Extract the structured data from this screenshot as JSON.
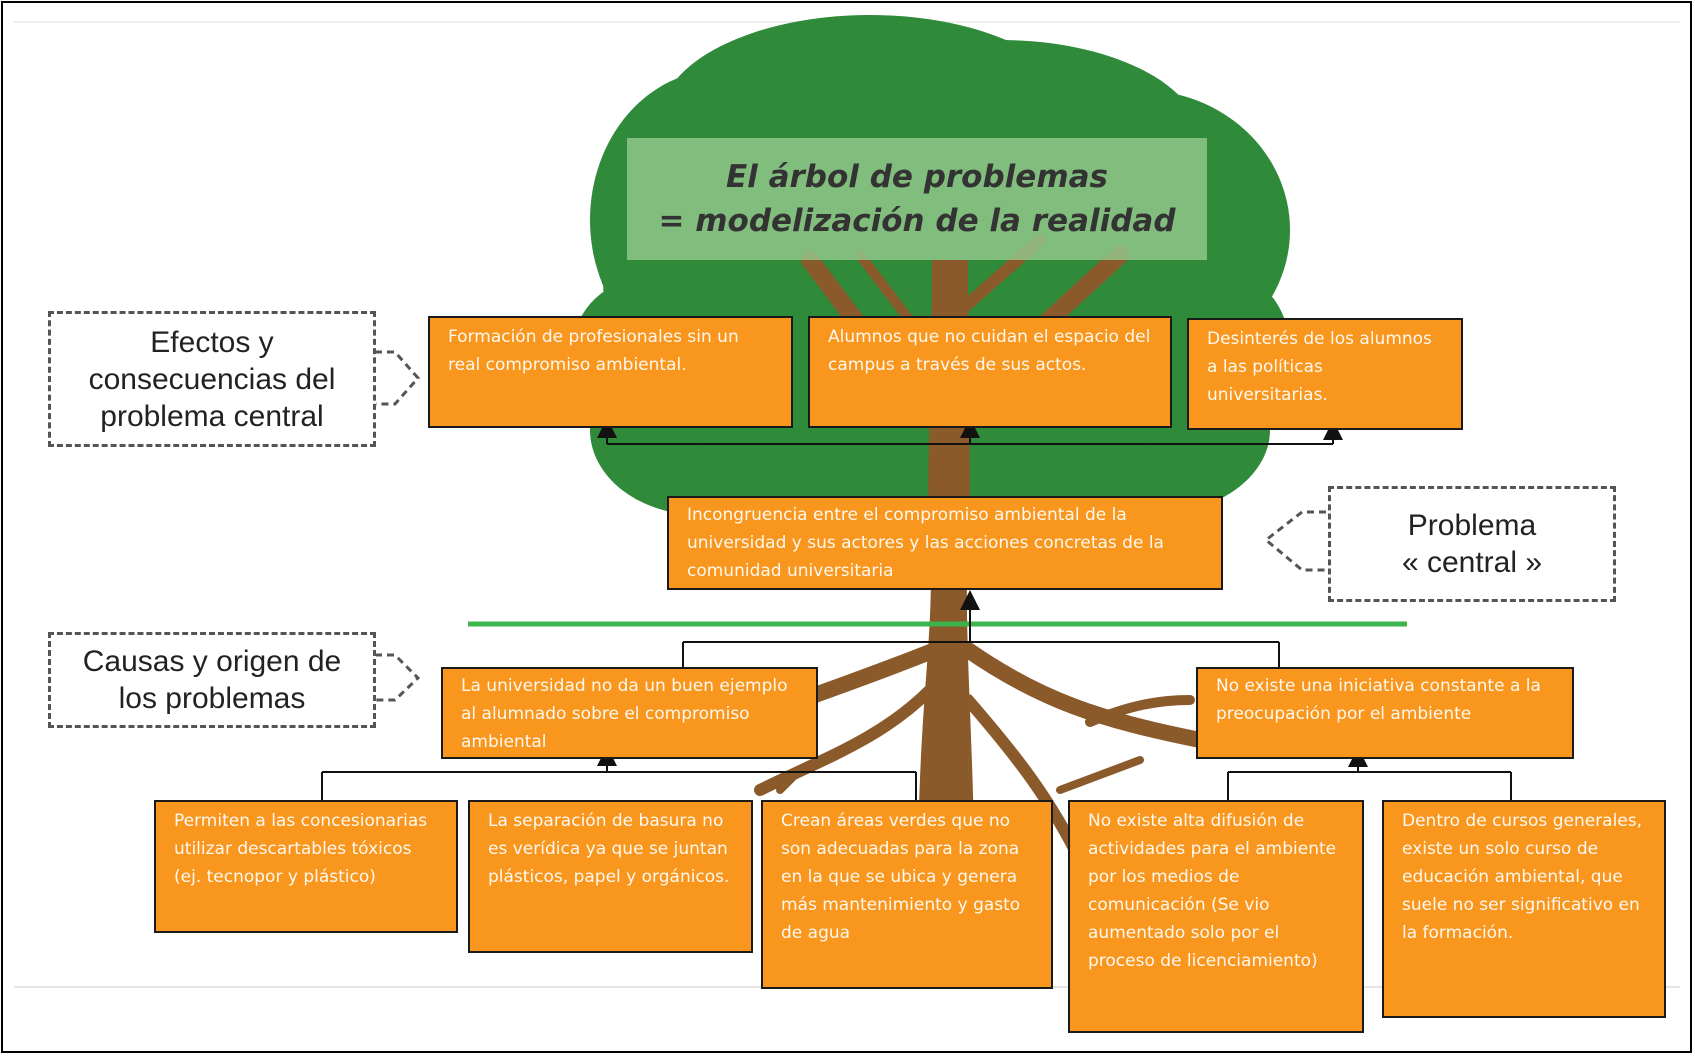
{
  "title": {
    "line1": "El árbol de problemas",
    "line2": "= modelización de la realidad"
  },
  "side_labels": {
    "effects": "Efectos y\nconsecuencias del\nproblema central",
    "central": "Problema\n« central »",
    "causes": "Causas y origen de\nlos problemas"
  },
  "effects": [
    "Formación de profesionales sin un real compromiso ambiental.",
    "Alumnos que no cuidan el espacio del campus a través de sus actos.",
    "Desinterés de los alumnos a las políticas universitarias."
  ],
  "central_problem": "Incongruencia entre el compromiso ambiental de la universidad y sus actores y las acciones concretas de la comunidad universitaria",
  "main_causes": [
    "La universidad no da un buen ejemplo al alumnado sobre el compromiso ambiental",
    "No existe una iniciativa constante a la preocupación por el ambiente"
  ],
  "sub_causes": [
    "Permiten a las concesionarias utilizar descartables tóxicos (ej. tecnopor y plástico)",
    "La separación de basura no es verídica ya que se juntan plásticos, papel y orgánicos.",
    "Crean áreas verdes que no son adecuadas para la zona en la que se ubica y genera más mantenimiento y gasto de agua",
    "No existe alta difusión de actividades para el ambiente por los medios de comunicación (Se vio aumentado solo por el proceso de licenciamiento)",
    "Dentro de cursos generales, existe un solo curso de educación ambiental, que suele no ser significativo en la formación."
  ],
  "colors": {
    "box_fill": "#f8961e",
    "foliage": "#2f8a3a",
    "trunk": "#8a5a2b",
    "divider": "#3cb44b",
    "title_fill": "#94c88c"
  }
}
